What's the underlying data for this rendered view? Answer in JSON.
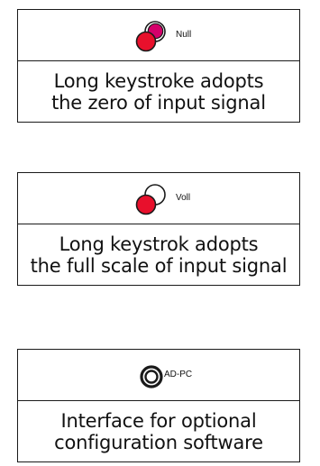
{
  "panels": [
    {
      "button_label": "Null",
      "icon": "red-button-icon",
      "description": [
        "Long keystroke adopts",
        "the zero of input signal"
      ]
    },
    {
      "button_label": "Voll",
      "icon": "red-button-icon",
      "description": [
        "Long keystrok adopts",
        "the full scale of input signal"
      ]
    },
    {
      "button_label": "AD-PC",
      "icon": "ring-connector-icon",
      "description": [
        "Interface for optional",
        "configuration software"
      ]
    }
  ],
  "colors": {
    "button_red": "#e8102c",
    "button_highlight": "#d4006a",
    "outline": "#1a1a1a"
  }
}
